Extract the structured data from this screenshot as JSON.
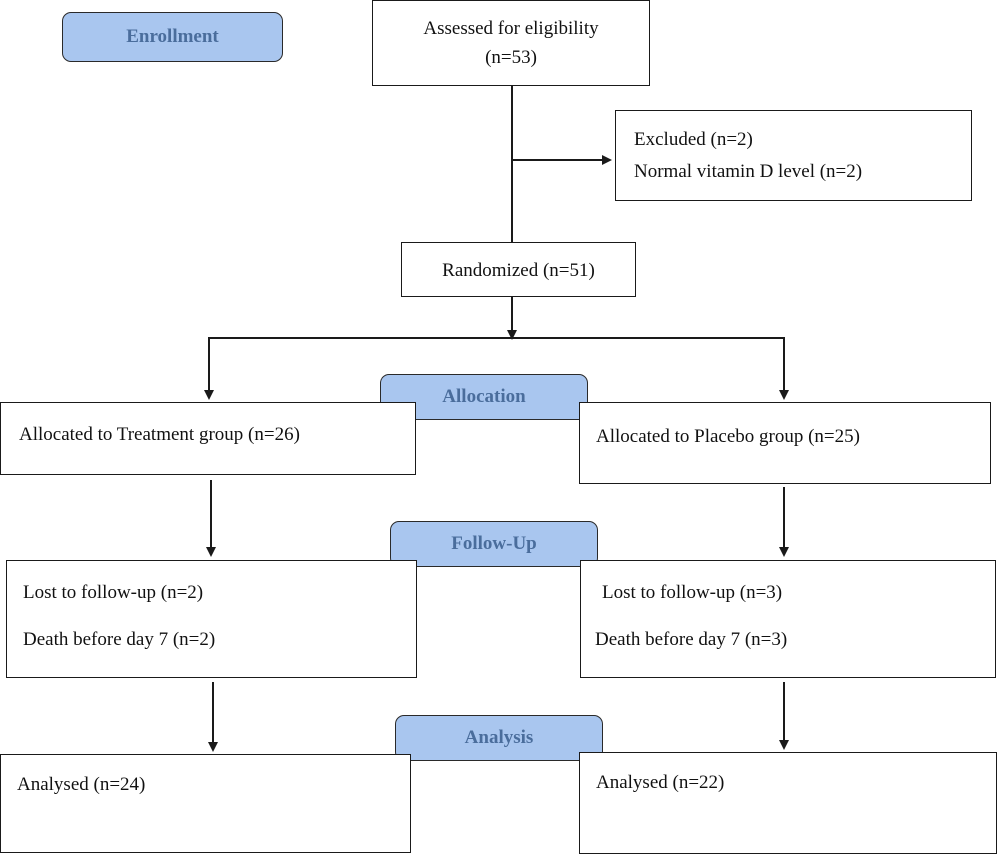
{
  "stages": {
    "enrollment": "Enrollment",
    "allocation": "Allocation",
    "follow_up": "Follow-Up",
    "analysis": "Analysis"
  },
  "assessed": {
    "line1": "Assessed for eligibility",
    "line2": "(n=53)"
  },
  "excluded": {
    "line1": "Excluded (n=2)",
    "line2": "Normal vitamin D level (n=2)"
  },
  "randomized": "Randomized (n=51)",
  "treatment": {
    "allocated": "Allocated to Treatment group (n=26)",
    "lost": "Lost to follow-up (n=2)",
    "death": "Death before day 7 (n=2)",
    "analysed": "Analysed (n=24)"
  },
  "placebo": {
    "allocated": "Allocated to Placebo group (n=25)",
    "lost": "Lost to follow-up (n=3)",
    "death": "Death before day 7 (n=3)",
    "analysed": "Analysed (n=22)"
  },
  "colors": {
    "stage_fill": "#a9c6ef",
    "stage_text": "#4a6d9c",
    "line": "#1a1a1a"
  }
}
